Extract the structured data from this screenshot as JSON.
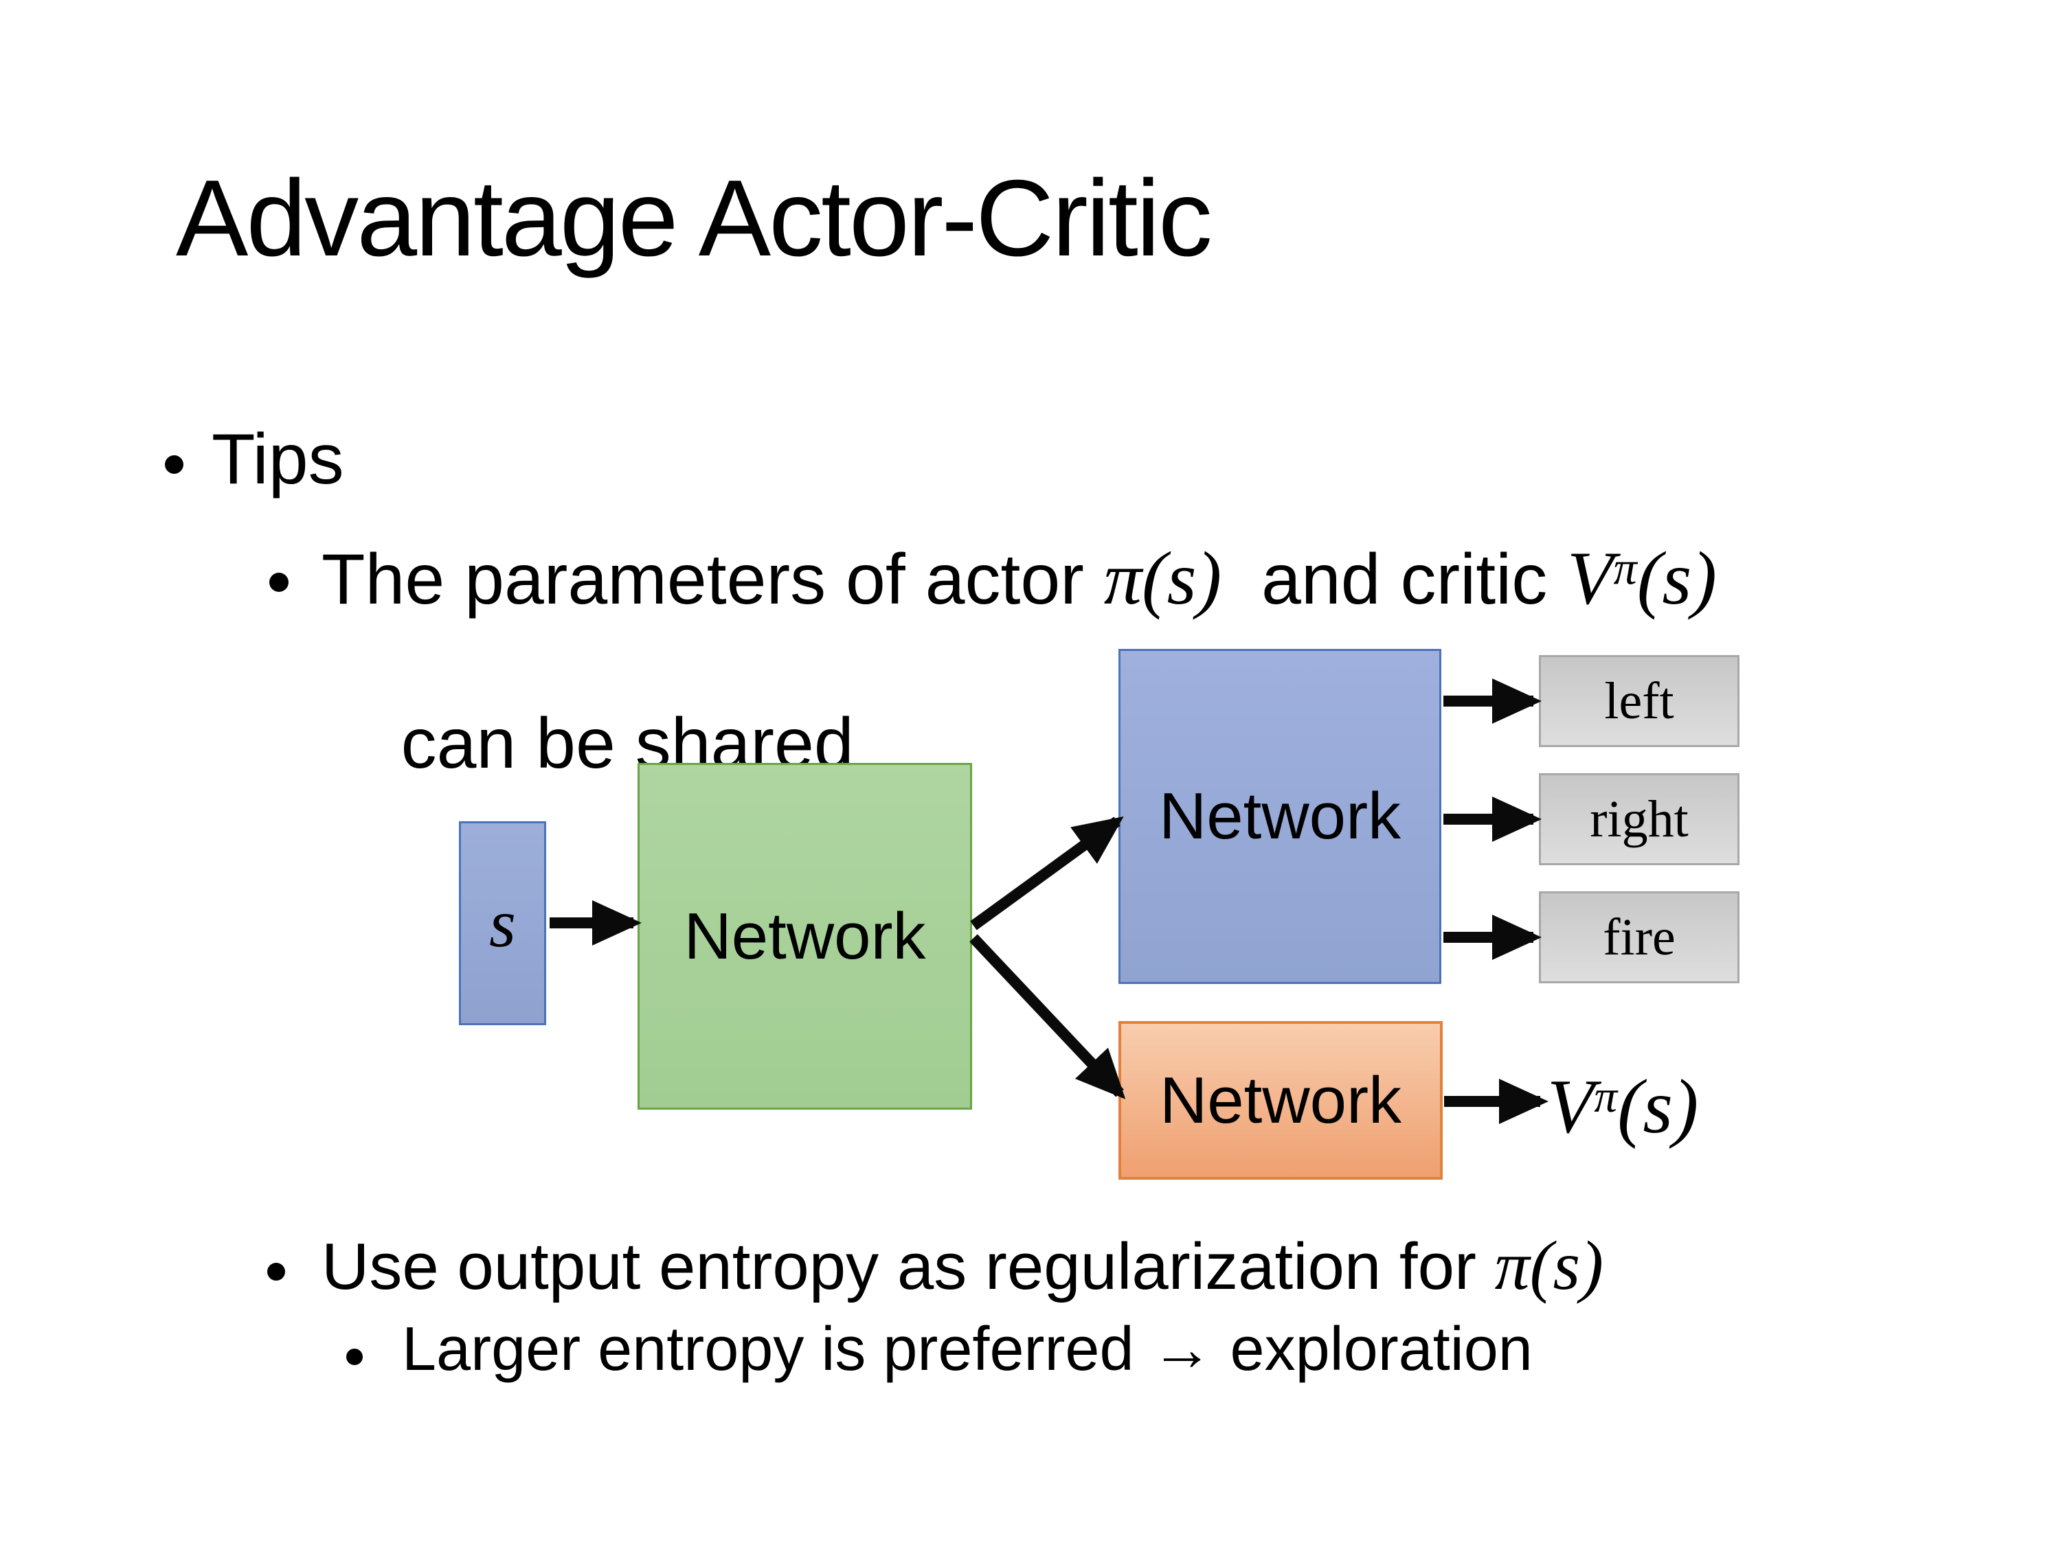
{
  "title": "Advantage Actor-Critic",
  "bullets": {
    "tips_label": "Tips",
    "point1": {
      "pre": "The parameters of actor ",
      "math1": "π(s)",
      "mid": "  and critic ",
      "v_base": "V",
      "v_sup": "π",
      "v_args": "(s)",
      "line2": "can be shared"
    },
    "point2": {
      "pre": "Use output entropy as regularization for ",
      "math": "π(s)"
    },
    "point3": "Larger entropy is preferred → exploration"
  },
  "diagram": {
    "input_label": "s",
    "shared_network_label": "Network",
    "actor_network_label": "Network",
    "critic_network_label": "Network",
    "actions": [
      "left",
      "right",
      "fire"
    ],
    "critic_output": {
      "base": "V",
      "sup": "π",
      "args": "(s)"
    },
    "colors": {
      "input_fill": "#97A8D5",
      "input_border": "#4C72B8",
      "shared_fill": "#A8D19A",
      "shared_border": "#6AA447",
      "actor_fill": "#98AAD8",
      "actor_border": "#4C72B8",
      "critic_fill_top": "#F8CDAE",
      "critic_fill_bottom": "#EFA070",
      "critic_border": "#E2813B",
      "action_fill_top": "#C7C7C7",
      "action_fill_bottom": "#DEDEDE",
      "action_border": "#A8A8A8",
      "arrow": "#0A0A0A",
      "text": "#000000"
    }
  }
}
